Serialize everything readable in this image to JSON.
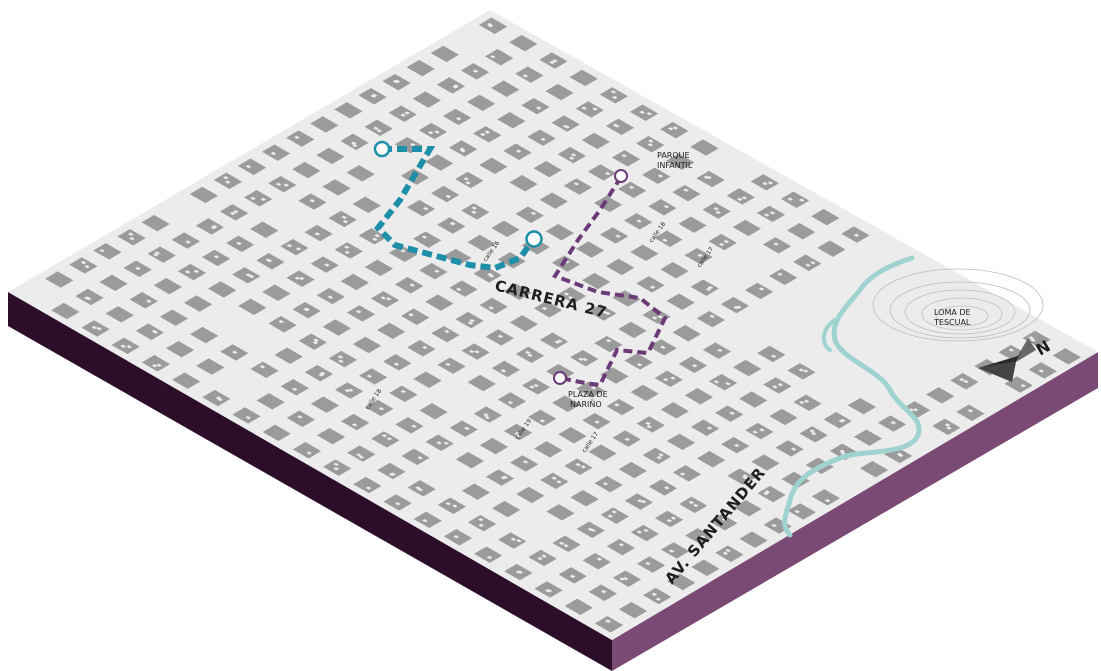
{
  "map": {
    "labels": {
      "carrera_27": "CARRERA 27",
      "av_santander": "AV. SANTANDER",
      "parque_infantil_1": "PARQUE",
      "parque_infantil_2": "INFANTIL",
      "loma_tescual_1": "LOMA DE",
      "loma_tescual_2": "TESCUAL",
      "plaza_narino_1": "PLAZA DE",
      "plaza_narino_2": "NARIÑO",
      "calle_16": "calle 16",
      "calle_18_north": "calle 18",
      "calle_17": "calle 17",
      "calle_18_west": "calle 18",
      "calle_19": "calle 19",
      "calle_17_south": "calle 17",
      "north_arrow": "N"
    },
    "colors": {
      "base_top": "#ececec",
      "block": "#9b9b9b",
      "building": "#8c8c8c",
      "slab_left": "#2c0e2a",
      "slab_right": "#7a4a74",
      "route_teal": "#1e8fa8",
      "route_purple": "#6b3a78",
      "river": "#9fd3d0"
    },
    "legend_icons": [
      "north-arrow-icon"
    ]
  }
}
